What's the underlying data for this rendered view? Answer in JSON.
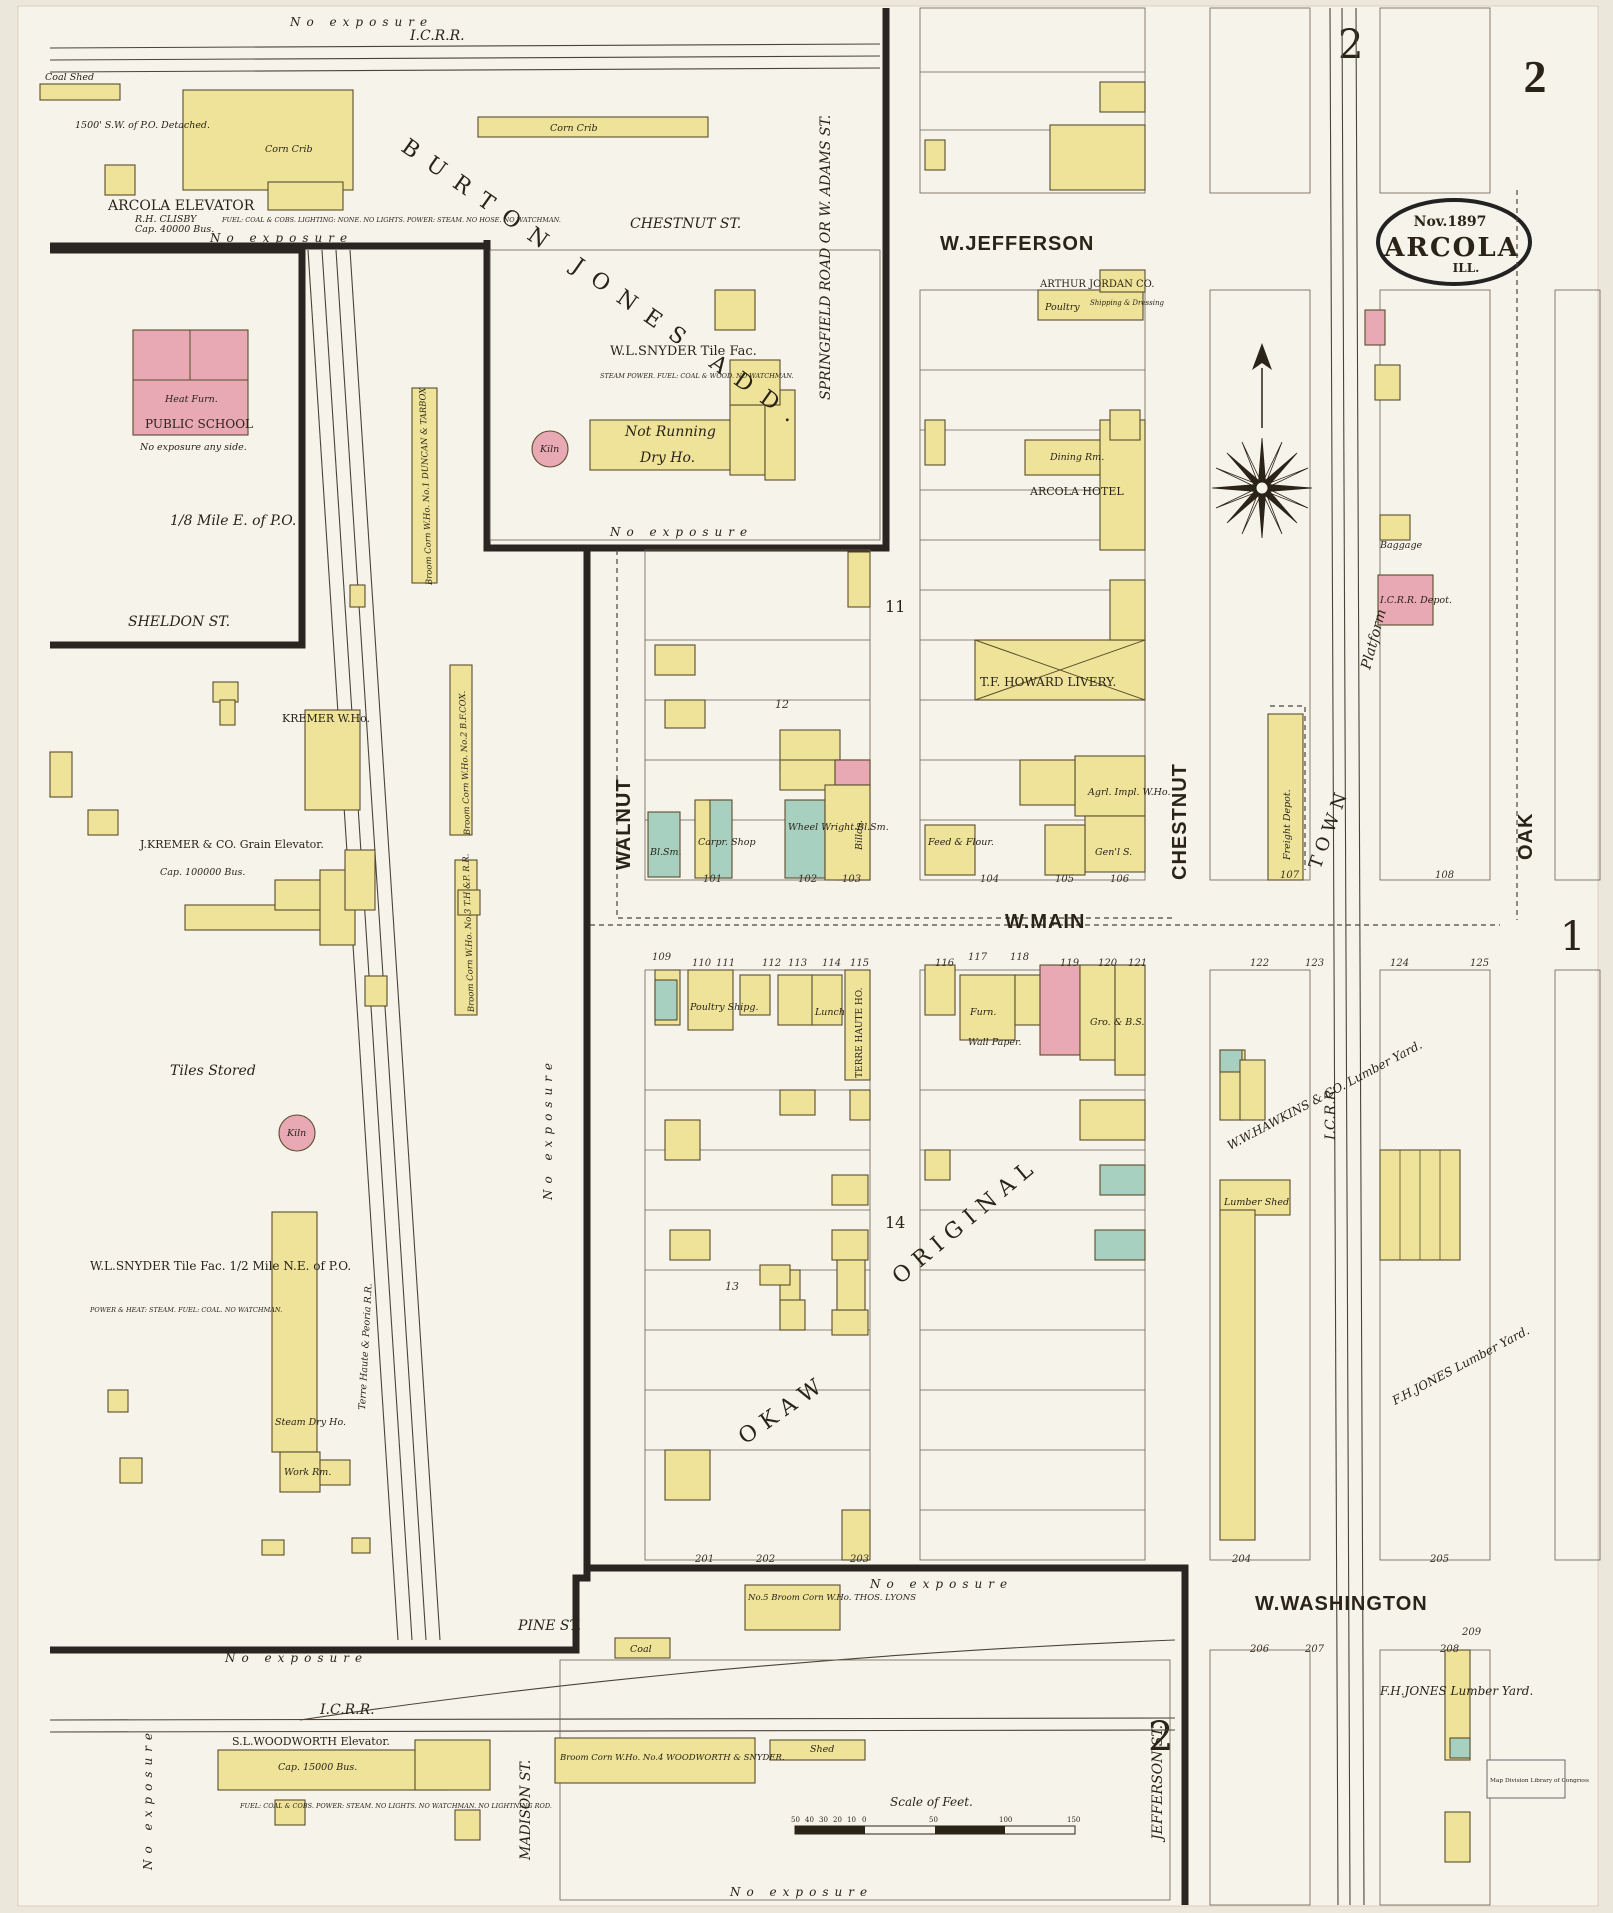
{
  "sheet_number": "2",
  "neighbor_sheets": {
    "top": "2",
    "bottom": "2",
    "right": "1"
  },
  "title_badge": {
    "date": "Nov.1897",
    "town": "ARCOLA",
    "state": "ILL."
  },
  "streets": {
    "jefferson": "W.JEFFERSON",
    "main": "W.MAIN",
    "washington": "W.WASHINGTON",
    "walnut": "WALNUT",
    "chestnut": "CHESTNUT",
    "oak": "OAK",
    "chestnut_st": "CHESTNUT ST.",
    "sheldon": "SHELDON ST.",
    "pine": "PINE ST.",
    "madison": "MADISON ST.",
    "jefferson_st": "JEFFERSON ST.",
    "springfield": "SPRINGFIELD ROAD OR W. ADAMS ST.",
    "burton_jones": "BURTON JONES ADD.",
    "original_town": "ORIGINAL",
    "okaw": "OKAW",
    "town": "TOWN"
  },
  "railroads": {
    "icrr": "I.C.R.R.",
    "thp": "Terre Haute & Peoria R.R.",
    "platform": "Platform"
  },
  "exposure": "No exposure",
  "buildings": {
    "arcola_elevator": "ARCOLA ELEVATOR",
    "arcola_elevator_owner": "R.H. CLISBY",
    "arcola_elevator_cap": "Cap. 40000 Bus.",
    "arcola_elevator_detail": "FUEL: COAL & COBS. LIGHTING: NONE. NO LIGHTS. POWER: STEAM. NO HOSE. NO WATCHMAN.",
    "arcola_elevator_dist": "1500' S.W. of P.O. Detached.",
    "corn_crib": "Corn Crib",
    "public_school": "PUBLIC SCHOOL",
    "public_school_note": "Heat Furn.",
    "public_school_exposure": "No exposure any side.",
    "mile_east": "1/8 Mile E. of P.O.",
    "snyder_tile_fac": "W.L.SNYDER Tile Fac.",
    "snyder_tile_detail": "STEAM POWER. FUEL: COAL & WOOD. NO WATCHMAN.",
    "not_running": "Not Running",
    "dry_ho": "Dry Ho.",
    "kiln": "Kiln",
    "arthur_jordan": "ARTHUR JORDAN CO.",
    "poultry": "Poultry",
    "shipping_dressing": "Shipping & Dressing",
    "arcola_hotel": "ARCOLA HOTEL",
    "dining_rm": "Dining Rm.",
    "howard_livery": "T.F. HOWARD LIVERY.",
    "kremer_who": "KREMER W.Ho.",
    "kremer_elevator": "J.KREMER & CO. Grain Elevator.",
    "kremer_cap": "Cap. 100000 Bus.",
    "broom_corn_1": "Broom Corn W.Ho. No.1 DUNCAN & TARBOX",
    "broom_corn_2": "Broom Corn W.Ho. No.2 B.F.COX.",
    "broom_corn_3": "Broom Corn W.Ho. No.3 T.H.&P. R.R.",
    "broom_corn_4": "Broom Corn W.Ho. No.4 WOODWORTH & SNYDER.",
    "broom_corn_5": "No.5 Broom Corn W.Ho. THOS. LYONS",
    "tiles_stored": "Tiles Stored",
    "snyder_tile_2": "W.L.SNYDER Tile Fac. 1/2 Mile N.E. of P.O.",
    "snyder_tile_2_detail": "POWER & HEAT: STEAM. FUEL: COAL. NO WATCHMAN.",
    "steam_dry_ho": "Steam Dry Ho.",
    "work_rm": "Work Rm.",
    "woodworth_elevator": "S.L.WOODWORTH Elevator.",
    "woodworth_cap": "Cap. 15000 Bus.",
    "woodworth_detail": "FUEL: COAL & COBS. POWER: STEAM. NO LIGHTS. NO WATCHMAN. NO LIGHTNING ROD.",
    "freight_depot": "Freight Depot.",
    "icrr_depot": "I.C.R.R. Depot.",
    "baggage": "Baggage",
    "hawkins_lumber": "W.W.HAWKINS & CO. Lumber Yard.",
    "jones_lumber": "F.H.JONES Lumber Yard.",
    "jones_lumber_2": "F.H.JONES Lumber Yard.",
    "lumber_shed": "Lumber Shed",
    "terre_haute_ho": "TERRE HAUTE HO.",
    "poultry_shipg": "Poultry Shipg.",
    "lunch": "Lunch",
    "wheelwright": "Wheel Wright Bl.Sm.",
    "carpr_shop": "Carpr. Shop",
    "bl_sm": "Bl.Sm.",
    "billds": "Billds.",
    "feed_flour": "Feed & Flour.",
    "agrl_impl": "Agrl. Impl. W.Ho.",
    "genl_s": "Gen'l S.",
    "furn": "Furn.",
    "wall_paper": "Wall Paper.",
    "gro": "Gro. & B.S.",
    "coal": "Coal",
    "coal_shed": "Coal Shed",
    "shed": "Shed"
  },
  "blocks": {
    "b11": "11",
    "b14": "14",
    "b12": "12",
    "b13": "13"
  },
  "scale_label": "Scale of Feet.",
  "scale_ticks": [
    "50",
    "40",
    "30",
    "20",
    "10",
    "0",
    "50",
    "100",
    "150"
  ],
  "stamp": "Map Division Library of Congress",
  "addresses": {
    "main_north": [
      "101",
      "102",
      "103",
      "104",
      "105",
      "106",
      "107",
      "108"
    ],
    "main_south": [
      "109",
      "110",
      "111",
      "112",
      "113",
      "114",
      "115",
      "116",
      "117",
      "118",
      "119",
      "120",
      "121",
      "122",
      "123",
      "124",
      "125"
    ],
    "washington": [
      "201",
      "202",
      "203",
      "204",
      "205",
      "206",
      "207",
      "208",
      "209"
    ]
  }
}
